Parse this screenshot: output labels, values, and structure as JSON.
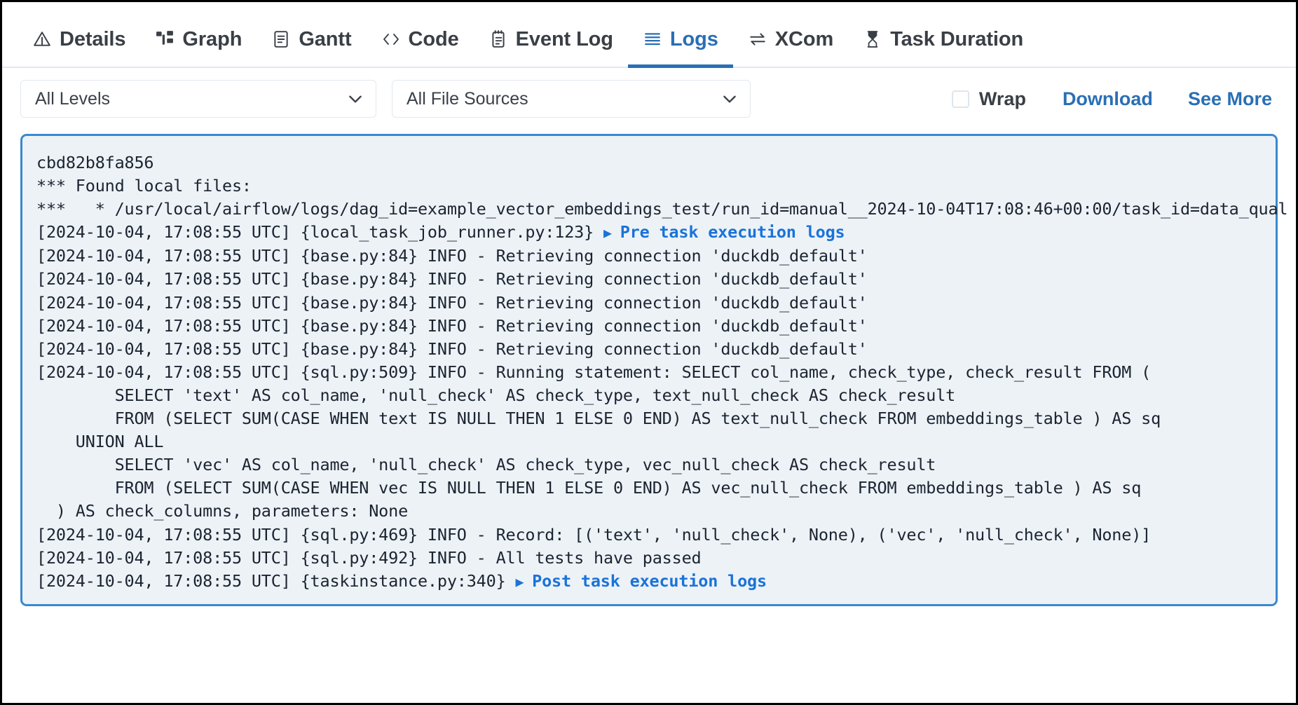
{
  "tabs": [
    {
      "label": "Details",
      "icon": "triangle-alert-icon",
      "active": false
    },
    {
      "label": "Graph",
      "icon": "graph-nodes-icon",
      "active": false
    },
    {
      "label": "Gantt",
      "icon": "gantt-chart-icon",
      "active": false
    },
    {
      "label": "Code",
      "icon": "code-brackets-icon",
      "active": false
    },
    {
      "label": "Event Log",
      "icon": "clipboard-list-icon",
      "active": false
    },
    {
      "label": "Logs",
      "icon": "lines-list-icon",
      "active": true
    },
    {
      "label": "XCom",
      "icon": "exchange-arrows-icon",
      "active": false
    },
    {
      "label": "Task Duration",
      "icon": "hourglass-icon",
      "active": false
    }
  ],
  "toolbar": {
    "level_filter": {
      "value": "All Levels",
      "placeholder": "All Levels"
    },
    "source_filter": {
      "value": "All File Sources",
      "placeholder": "All File Sources"
    },
    "wrap": {
      "label": "Wrap",
      "checked": false
    },
    "download_label": "Download",
    "see_more_label": "See More"
  },
  "colors": {
    "accent": "#2a6fb5",
    "link": "#1a73d8",
    "log_background": "#edf2f7",
    "log_border": "#3a88d0",
    "text": "#3a3f46"
  },
  "log": {
    "lines": [
      {
        "text": "cbd82b8fa856"
      },
      {
        "text": "*** Found local files:"
      },
      {
        "text": "***   * /usr/local/airflow/logs/dag_id=example_vector_embeddings_test/run_id=manual__2024-10-04T17:08:46+00:00/task_id=data_qual"
      },
      {
        "text": "[2024-10-04, 17:08:55 UTC] {local_task_job_runner.py:123} ",
        "link": "Pre task execution logs",
        "caret": true
      },
      {
        "text": "[2024-10-04, 17:08:55 UTC] {base.py:84} INFO - Retrieving connection 'duckdb_default'"
      },
      {
        "text": "[2024-10-04, 17:08:55 UTC] {base.py:84} INFO - Retrieving connection 'duckdb_default'"
      },
      {
        "text": "[2024-10-04, 17:08:55 UTC] {base.py:84} INFO - Retrieving connection 'duckdb_default'"
      },
      {
        "text": "[2024-10-04, 17:08:55 UTC] {base.py:84} INFO - Retrieving connection 'duckdb_default'"
      },
      {
        "text": "[2024-10-04, 17:08:55 UTC] {base.py:84} INFO - Retrieving connection 'duckdb_default'"
      },
      {
        "text": "[2024-10-04, 17:08:55 UTC] {sql.py:509} INFO - Running statement: SELECT col_name, check_type, check_result FROM ("
      },
      {
        "text": "        SELECT 'text' AS col_name, 'null_check' AS check_type, text_null_check AS check_result"
      },
      {
        "text": "        FROM (SELECT SUM(CASE WHEN text IS NULL THEN 1 ELSE 0 END) AS text_null_check FROM embeddings_table ) AS sq"
      },
      {
        "text": "    UNION ALL"
      },
      {
        "text": "        SELECT 'vec' AS col_name, 'null_check' AS check_type, vec_null_check AS check_result"
      },
      {
        "text": "        FROM (SELECT SUM(CASE WHEN vec IS NULL THEN 1 ELSE 0 END) AS vec_null_check FROM embeddings_table ) AS sq"
      },
      {
        "text": "  ) AS check_columns, parameters: None"
      },
      {
        "text": "[2024-10-04, 17:08:55 UTC] {sql.py:469} INFO - Record: [('text', 'null_check', None), ('vec', 'null_check', None)]"
      },
      {
        "text": "[2024-10-04, 17:08:55 UTC] {sql.py:492} INFO - All tests have passed"
      },
      {
        "text": "[2024-10-04, 17:08:55 UTC] {taskinstance.py:340} ",
        "link": "Post task execution logs",
        "caret": true
      }
    ]
  }
}
